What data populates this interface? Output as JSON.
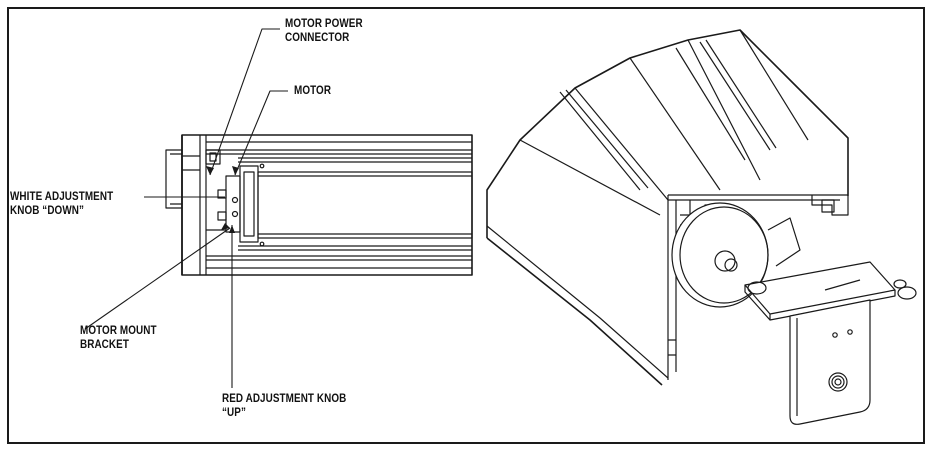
{
  "labels": {
    "motor_power_connector": [
      "MOTOR POWER",
      "CONNECTOR"
    ],
    "motor": [
      "MOTOR"
    ],
    "white_adjustment_knob": [
      "WHITE ADJUSTMENT",
      "KNOB “DOWN”"
    ],
    "motor_mount_bracket": [
      "MOTOR MOUNT",
      "BRACKET"
    ],
    "red_adjustment_knob": [
      "RED ADJUSTMENT KNOB",
      "“UP”"
    ]
  }
}
